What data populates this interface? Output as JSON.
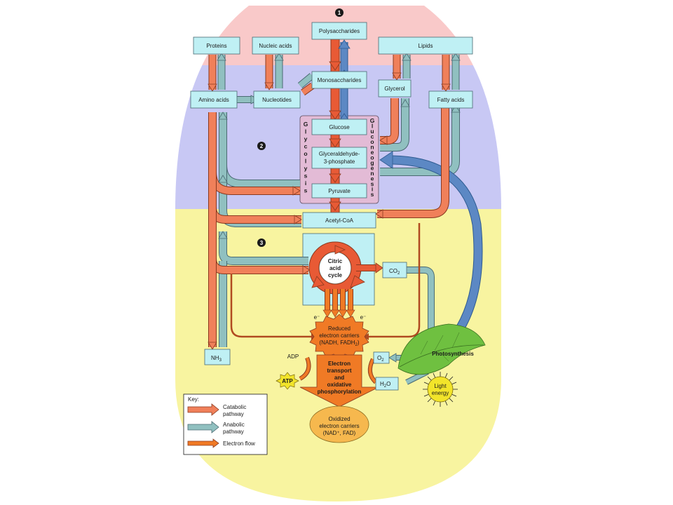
{
  "stages": {
    "one": "1",
    "two": "2",
    "three": "3"
  },
  "nodes": {
    "proteins": "Proteins",
    "nucleic_acids": "Nucleic acids",
    "polysaccharides": "Polysaccharides",
    "lipids": "Lipids",
    "amino_acids": "Amino acids",
    "nucleotides": "Nucleotides",
    "monosaccharides": "Monosaccharides",
    "glycerol": "Glycerol",
    "fatty_acids": "Fatty acids",
    "glucose": "Glucose",
    "g3p_line1": "Glyceraldehyde-",
    "g3p_line2": "3-phosphate",
    "pyruvate": "Pyruvate",
    "acetyl_coa": "Acetyl-CoA",
    "citric_line1": "Citric",
    "citric_line2": "acid",
    "citric_line3": "cycle",
    "co2_main": "CO",
    "co2_sub": "2",
    "nh3_main": "NH",
    "nh3_sub": "3",
    "reduced_line1": "Reduced",
    "reduced_line2": "electron carriers",
    "reduced_line3_a": "(NADH, FADH",
    "reduced_line3_sub": "2",
    "reduced_line3_b": ")",
    "et_line1": "Electron",
    "et_line2": "transport",
    "et_line3": "and",
    "et_line4": "oxidative",
    "et_line5": "phosphorylation",
    "adp": "ADP",
    "atp": "ATP",
    "o2_main": "O",
    "o2_sub": "2",
    "h2o_a": "H",
    "h2o_sub": "2",
    "h2o_b": "O",
    "photosynthesis": "Photosynthesis",
    "light_line1": "Light",
    "light_line2": "energy",
    "oxidized_line1": "Oxidized",
    "oxidized_line2": "electron carriers",
    "oxidized_line3": "(NAD⁺, FAD)",
    "electron_left": "e⁻",
    "electron_right": "e⁻"
  },
  "vertical_labels": {
    "glycolysis": [
      "G",
      "l",
      "y",
      "c",
      "o",
      "l",
      "y",
      "s",
      "i",
      "s"
    ],
    "gluconeogenesis": [
      "G",
      "l",
      "u",
      "c",
      "o",
      "n",
      "e",
      "o",
      "g",
      "e",
      "n",
      "e",
      "s",
      "i",
      "s"
    ]
  },
  "key": {
    "title": "Key:",
    "catabolic_1": "Catabolic",
    "catabolic_2": "pathway",
    "anabolic_1": "Anabolic",
    "anabolic_2": "pathway",
    "electron_flow": "Electron flow"
  },
  "colors": {
    "stage1_bg": "#f9c9c9",
    "stage2_bg": "#c8c8f4",
    "stage3_bg": "#f8f4a0",
    "box": "#bff0f4",
    "catabolic": "#f0805a",
    "catabolic_main": "#e85a35",
    "anabolic": "#90c0c0",
    "anabolic_blue": "#5c88c4",
    "electron_carrier": "#f07a25",
    "oxidized": "#f6b84e",
    "leaf": "#6fc040",
    "light": "#f2e42a"
  }
}
